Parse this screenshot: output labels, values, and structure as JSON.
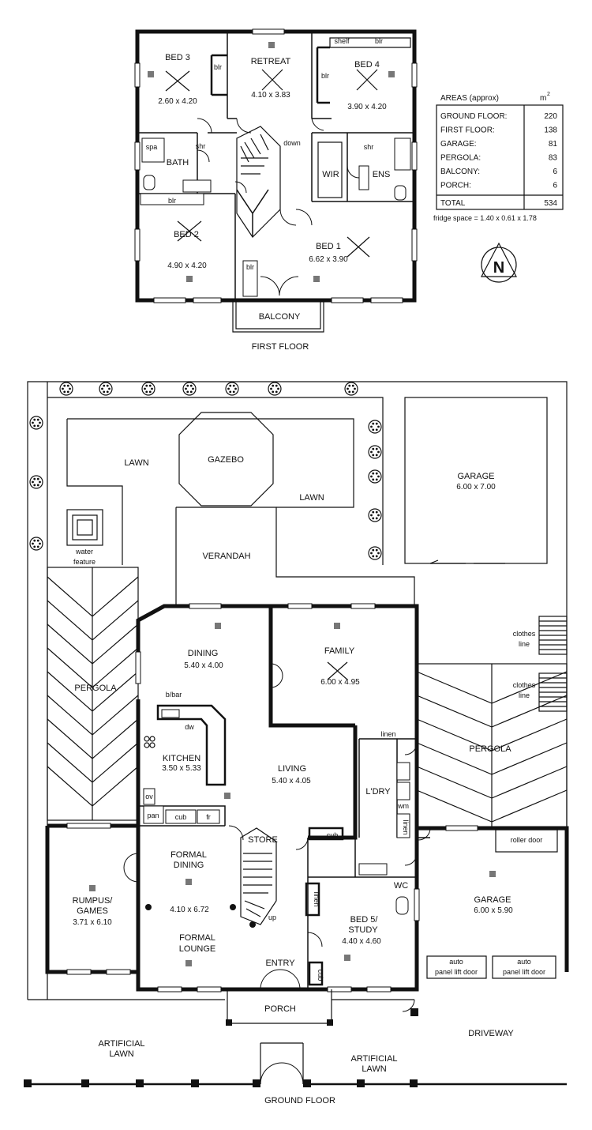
{
  "floors": {
    "first": "FIRST FLOOR",
    "ground": "GROUND FLOOR"
  },
  "compass": {
    "letter": "N"
  },
  "areas": {
    "title": "AREAS (approx)",
    "unit": "m",
    "unit_sup": "2",
    "rows": [
      {
        "label": "GROUND FLOOR:",
        "value": "220"
      },
      {
        "label": "FIRST FLOOR:",
        "value": "138"
      },
      {
        "label": "GARAGE:",
        "value": "81"
      },
      {
        "label": "PERGOLA:",
        "value": "83"
      },
      {
        "label": "BALCONY:",
        "value": "6"
      },
      {
        "label": "PORCH:",
        "value": "6"
      }
    ],
    "total_label": "TOTAL",
    "total_value": "534",
    "fridge": "fridge space = 1.40 x 0.61 x 1.78"
  },
  "first_floor_rooms": {
    "bed3": {
      "name": "BED 3",
      "dim": "2.60 x 4.20"
    },
    "retreat": {
      "name": "RETREAT",
      "dim": "4.10 x 3.83"
    },
    "bed4": {
      "name": "BED 4",
      "dim": "3.90 x 4.20"
    },
    "bed2": {
      "name": "BED 2",
      "dim": "4.90 x 4.20"
    },
    "bed1": {
      "name": "BED 1",
      "dim": "6.62 x 3.90"
    },
    "bath": "BATH",
    "spa": "spa",
    "shr1": "shr",
    "shr2": "shr",
    "down": "down",
    "wir": "WIR",
    "ens": "ENS",
    "shelf": "shelf",
    "blr1": "blr",
    "blr2": "blr",
    "blr3": "blr",
    "blr4": "blr",
    "blr5": "blr",
    "balcony": "BALCONY"
  },
  "ground_floor_rooms": {
    "lawn1": "LAWN",
    "gazebo": "GAZEBO",
    "lawn2": "LAWN",
    "garage_rear": {
      "name": "GARAGE",
      "dim": "6.00 x 7.00"
    },
    "water1": "water",
    "water2": "feature",
    "verandah": "VERANDAH",
    "dining": {
      "name": "DINING",
      "dim": "5.40 x 4.00"
    },
    "family": {
      "name": "FAMILY",
      "dim": "6.00 x 4.95"
    },
    "clothes1a": "clothes",
    "clothes1b": "line",
    "clothes2a": "clothes",
    "clothes2b": "line",
    "pergola1": "PERGOLA",
    "pergola2": "PERGOLA",
    "bbar": "b/bar",
    "dw": "dw",
    "kitchen": {
      "name": "KITCHEN",
      "dim": "3.50 x 5.33"
    },
    "living": {
      "name": "LIVING",
      "dim": "5.40 x 4.05"
    },
    "linen1": "linen",
    "linen2": "linen",
    "linen3": "linen",
    "ldry": "L'DRY",
    "wm": "wm",
    "ov": "ov",
    "pan": "pan",
    "cub1": "cub",
    "fr": "fr",
    "cub2": "cub",
    "cub3": "cub",
    "store": "STORE",
    "roller": "roller door",
    "formal_dining1": "FORMAL",
    "formal_dining2": "DINING",
    "formal_dim": "4.10 x 6.72",
    "formal_lounge1": "FORMAL",
    "formal_lounge2": "LOUNGE",
    "rumpus1": "RUMPUS/",
    "rumpus2": "GAMES",
    "rumpus_dim": "3.71 x 6.10",
    "up": "up",
    "wc": "WC",
    "bed5a": "BED 5/",
    "bed5b": "STUDY",
    "bed5_dim": "4.40 x 4.60",
    "garage_front": {
      "name": "GARAGE",
      "dim": "6.00 x 5.90"
    },
    "auto1a": "auto",
    "auto1b": "panel lift door",
    "auto2a": "auto",
    "auto2b": "panel lift door",
    "entry": "ENTRY",
    "porch": "PORCH",
    "driveway": "DRIVEWAY",
    "art1a": "ARTIFICIAL",
    "art1b": "LAWN",
    "art2a": "ARTIFICIAL",
    "art2b": "LAWN"
  }
}
